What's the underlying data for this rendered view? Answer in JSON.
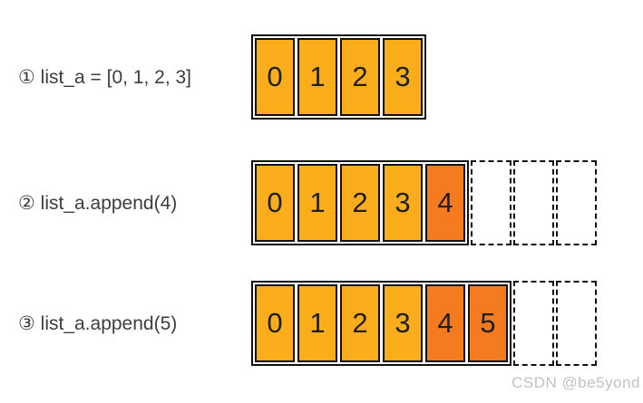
{
  "colors": {
    "background": "#FFFFFF",
    "cell_fill": "#FBAD1B",
    "cell_fill_new": "#F57B20",
    "cell_border": "#111111",
    "cell_text": "#1F1F1F",
    "label_text": "#3D3D3D",
    "watermark_text": "#C2C2C2"
  },
  "rows": [
    {
      "step_label": "① list_a = [0, 1, 2, 3]",
      "cells": [
        "0",
        "1",
        "2",
        "3"
      ],
      "new_cell_indices": [],
      "empty_slots": 0
    },
    {
      "step_label": "② list_a.append(4)",
      "cells": [
        "0",
        "1",
        "2",
        "3",
        "4"
      ],
      "new_cell_indices": [
        4
      ],
      "empty_slots": 3
    },
    {
      "step_label": "③ list_a.append(5)",
      "cells": [
        "0",
        "1",
        "2",
        "3",
        "4",
        "5"
      ],
      "new_cell_indices": [
        4,
        5
      ],
      "empty_slots": 2
    }
  ],
  "watermark": "CSDN @be5yond"
}
